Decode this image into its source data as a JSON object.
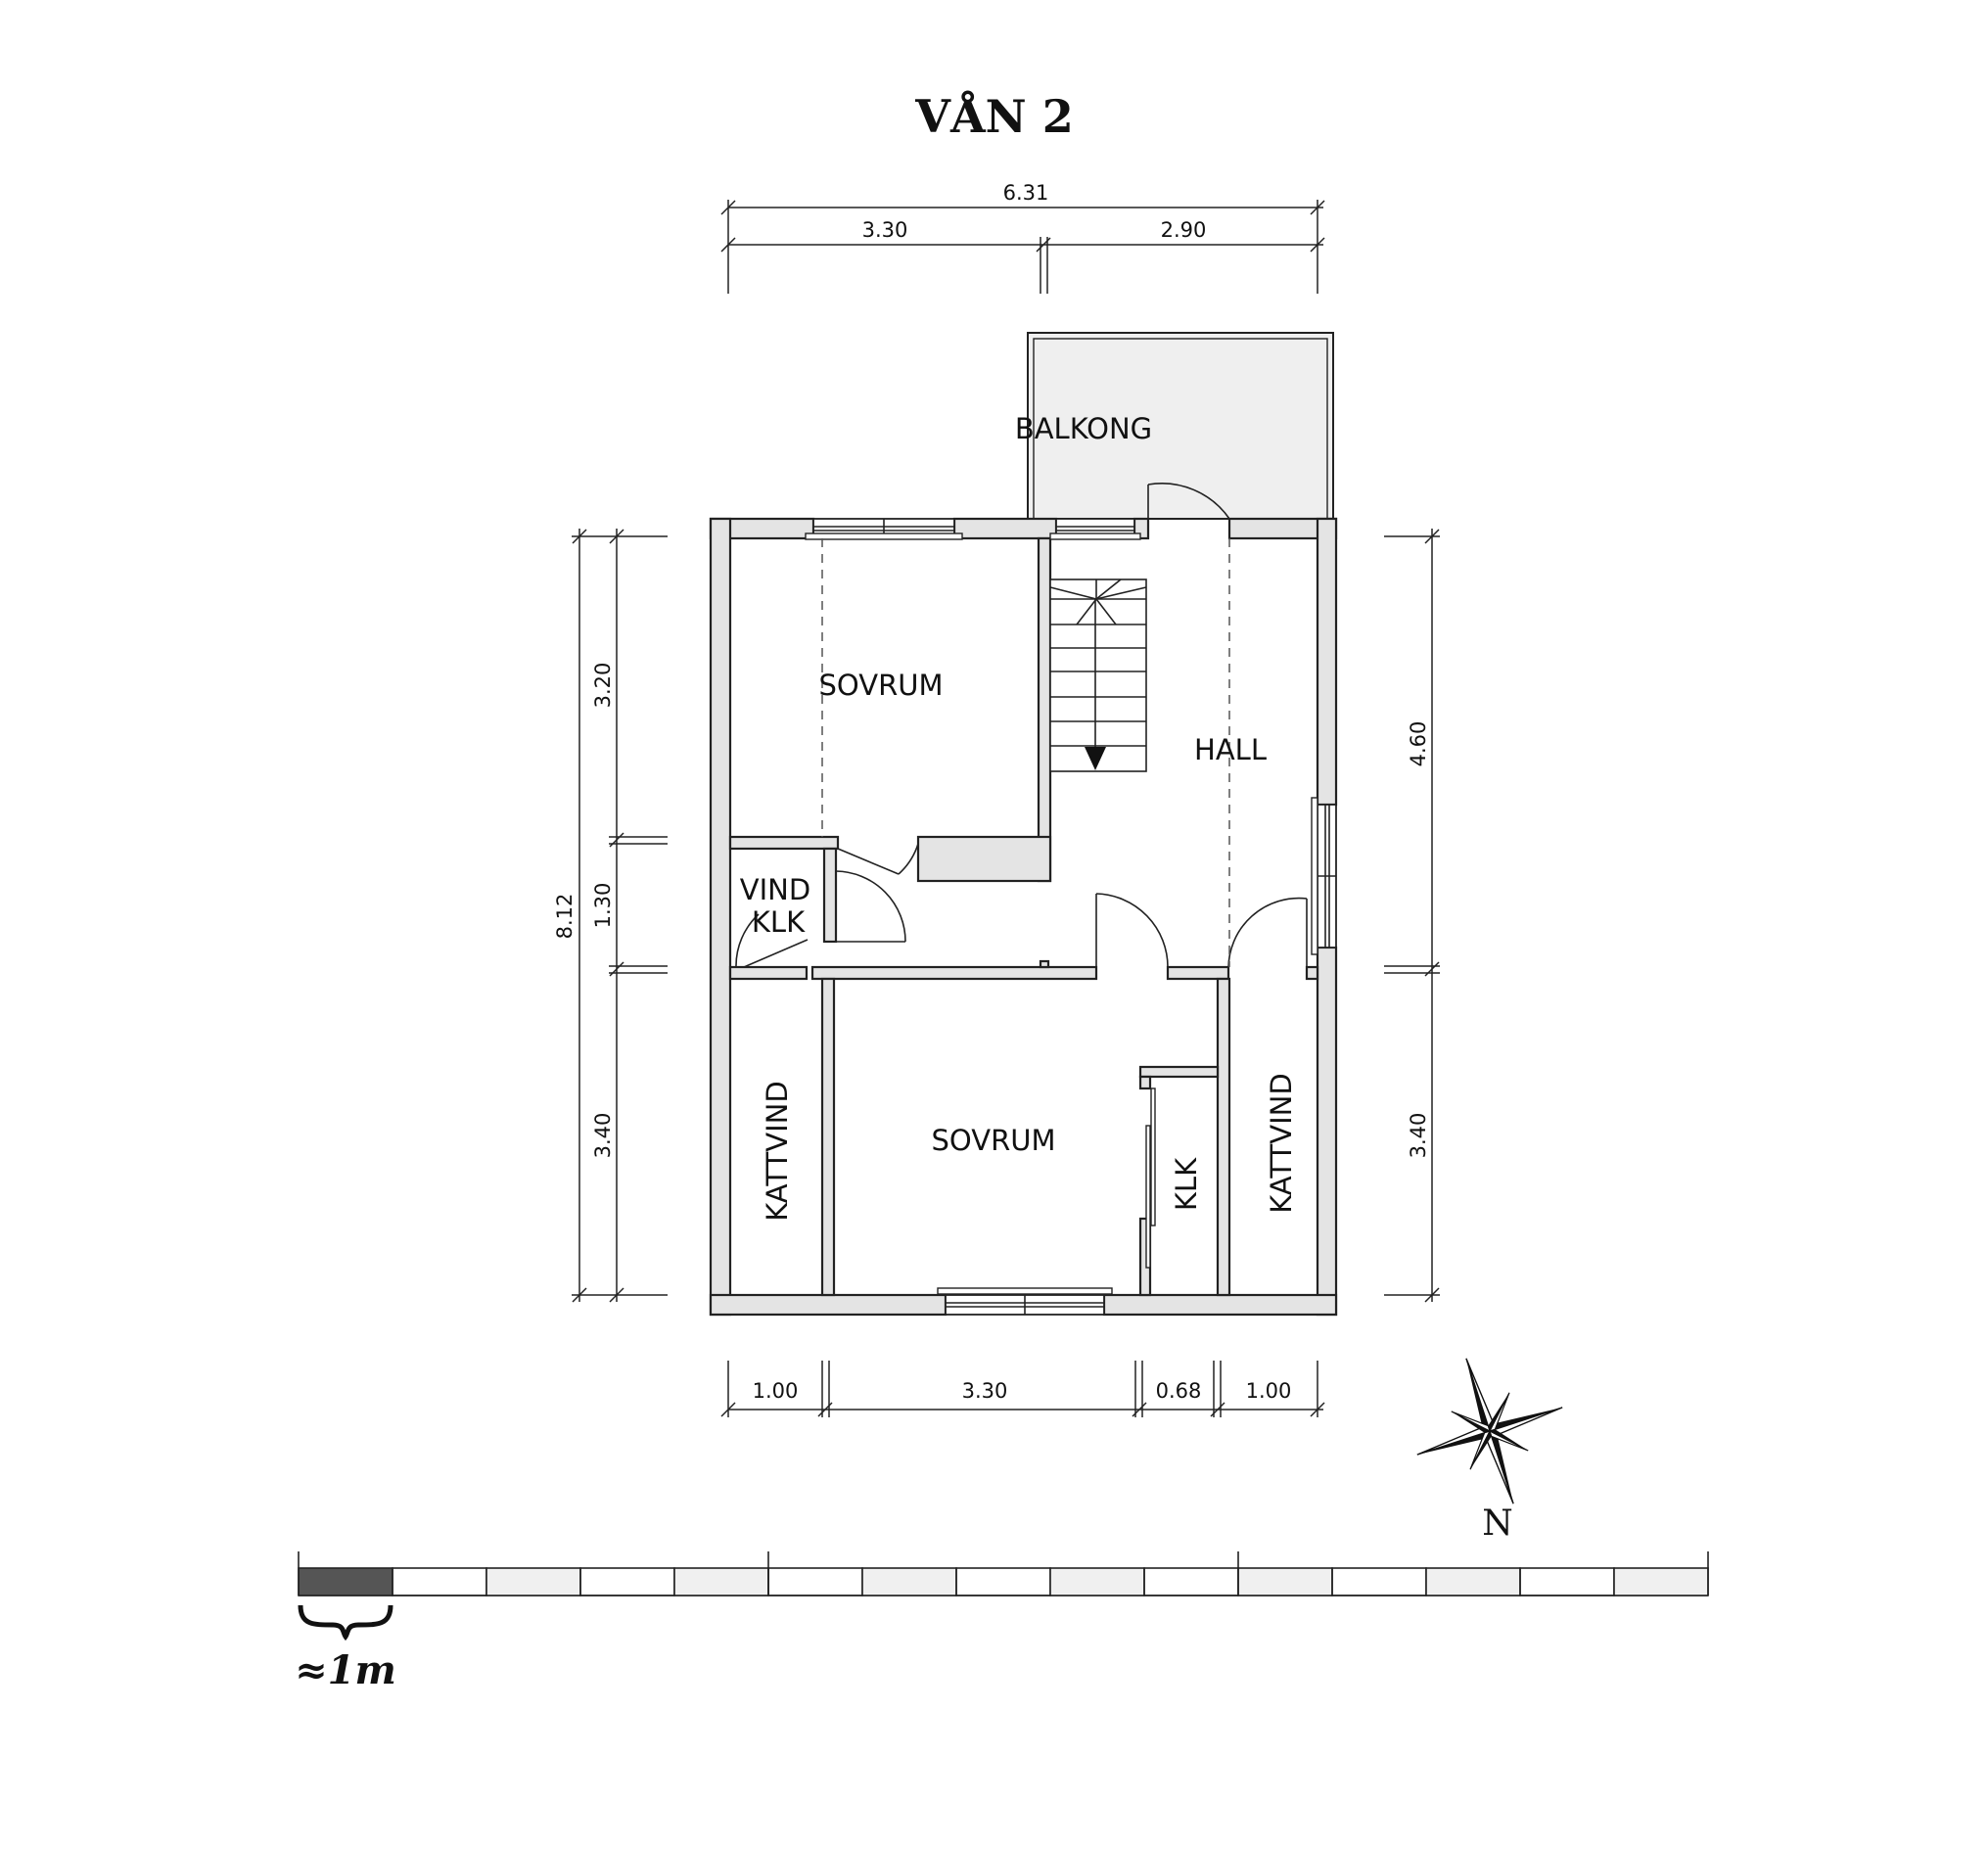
{
  "title": "VÅN 2",
  "rooms": {
    "balkong": "BALKONG",
    "sovrum_top": "SOVRUM",
    "hall": "HALL",
    "vind_klk_line1": "VIND",
    "vind_klk_line2": "KLK",
    "kattvind_left": "KATTVIND",
    "sovrum_bottom": "SOVRUM",
    "klk": "KLK",
    "kattvind_right": "KATTVIND"
  },
  "dimensions": {
    "top_total": "6.31",
    "top_left": "3.30",
    "top_right": "2.90",
    "left_total": "8.12",
    "left_upper": "3.20",
    "left_middle": "1.30",
    "left_lower": "3.40",
    "right_upper": "4.60",
    "right_lower": "3.40",
    "bottom_1": "1.00",
    "bottom_2": "3.30",
    "bottom_3": "0.68",
    "bottom_4": "1.00"
  },
  "compass": {
    "label": "N"
  },
  "scale_bar": {
    "label": "≈1m",
    "segments": 15,
    "highlight_color": "#555555",
    "fill_color": "#f0f0f0"
  },
  "colors": {
    "wall_fill": "#e4e4e4",
    "balcony_fill": "#efefef",
    "line": "#222222"
  }
}
